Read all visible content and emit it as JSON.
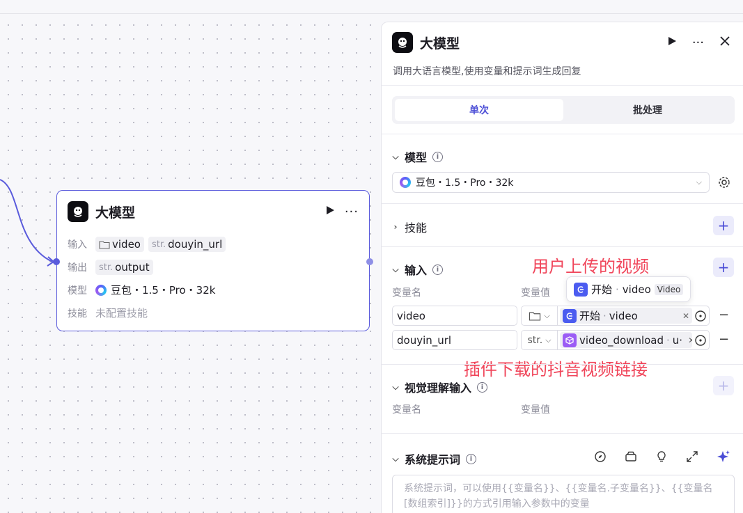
{
  "node": {
    "title": "大模型",
    "input_label": "输入",
    "inputs": [
      {
        "type_icon": "folder-icon",
        "name": "video"
      },
      {
        "type": "str.",
        "name": "douyin_url"
      }
    ],
    "output_label": "输出",
    "output": {
      "type": "str.",
      "name": "output"
    },
    "model_label": "模型",
    "model": "豆包・1.5・Pro・32k",
    "skills_label": "技能",
    "skills_value": "未配置技能"
  },
  "panel": {
    "title": "大模型",
    "description": "调用大语言模型,使用变量和提示词生成回复",
    "tabs": [
      {
        "label": "单次",
        "active": true
      },
      {
        "label": "批处理",
        "active": false
      }
    ],
    "model_section": {
      "title": "模型",
      "selected": "豆包・1.5・Pro・32k"
    },
    "skills_section": {
      "title": "技能"
    },
    "input_section": {
      "title": "输入",
      "col_name": "变量名",
      "col_value": "变量值",
      "rows": [
        {
          "name": "video",
          "type_icon": "folder-icon",
          "ref_source": "开始",
          "ref_var": "video"
        },
        {
          "name": "douyin_url",
          "type": "str.",
          "ref_source": "video_download",
          "ref_var": "u·"
        }
      ]
    },
    "tooltip": {
      "source": "开始",
      "var": "video",
      "badge": "Video"
    },
    "vision_section": {
      "title": "视觉理解输入",
      "col_name": "变量名",
      "col_value": "变量值"
    },
    "system_prompt_section": {
      "title": "系统提示词",
      "placeholder": "系统提示词，可以使用{{变量名}}、{{变量名.子变量名}}、{{变量名[数组索引]}}的方式引用输入参数中的变量"
    }
  },
  "annotations": {
    "video_note": "用户上传的视频",
    "url_note": "插件下载的抖音视频链接"
  },
  "colors": {
    "accent": "#4b4dd6",
    "annotation": "#f0455a",
    "edge": "#5a5bdc"
  }
}
